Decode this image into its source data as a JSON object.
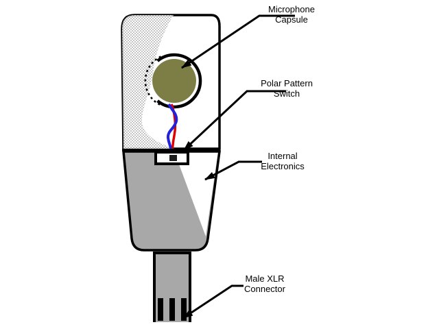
{
  "figure": {
    "type": "labeled-diagram",
    "subject": "Condenser microphone cutaway diagram",
    "labels": {
      "capsule": "Microphone\nCapsule",
      "switch": "Polar Pattern\nSwitch",
      "electronics": "Internal\nElectronics",
      "xlr": "Male XLR\nConnector"
    }
  },
  "colors": {
    "background": "#ffffff",
    "outline": "#000000",
    "capsule_fill": "#7d7d46",
    "body_gray": "#a8a8a8",
    "hatch_gray": "#bdbdbd",
    "wire_red": "#e10000",
    "wire_blue": "#2222dd",
    "switch_knob": "#1c1c1c"
  }
}
